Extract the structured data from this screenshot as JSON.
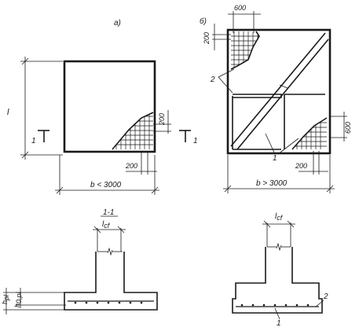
{
  "labels": {
    "panel_a": "а)",
    "panel_b": "б)",
    "length": "l",
    "section_mark": "1",
    "width_a": "b < 3000",
    "width_b": "b > 3000",
    "dim_200": "200",
    "dim_600": "600",
    "section_title": "1-1",
    "lcf": "l",
    "lcf_sub": "cf",
    "hpl": "h",
    "hpl_sub": "pl",
    "h0pl": "h",
    "h0pl_sub": "0,pl",
    "callout_1": "1",
    "callout_2": "2"
  }
}
